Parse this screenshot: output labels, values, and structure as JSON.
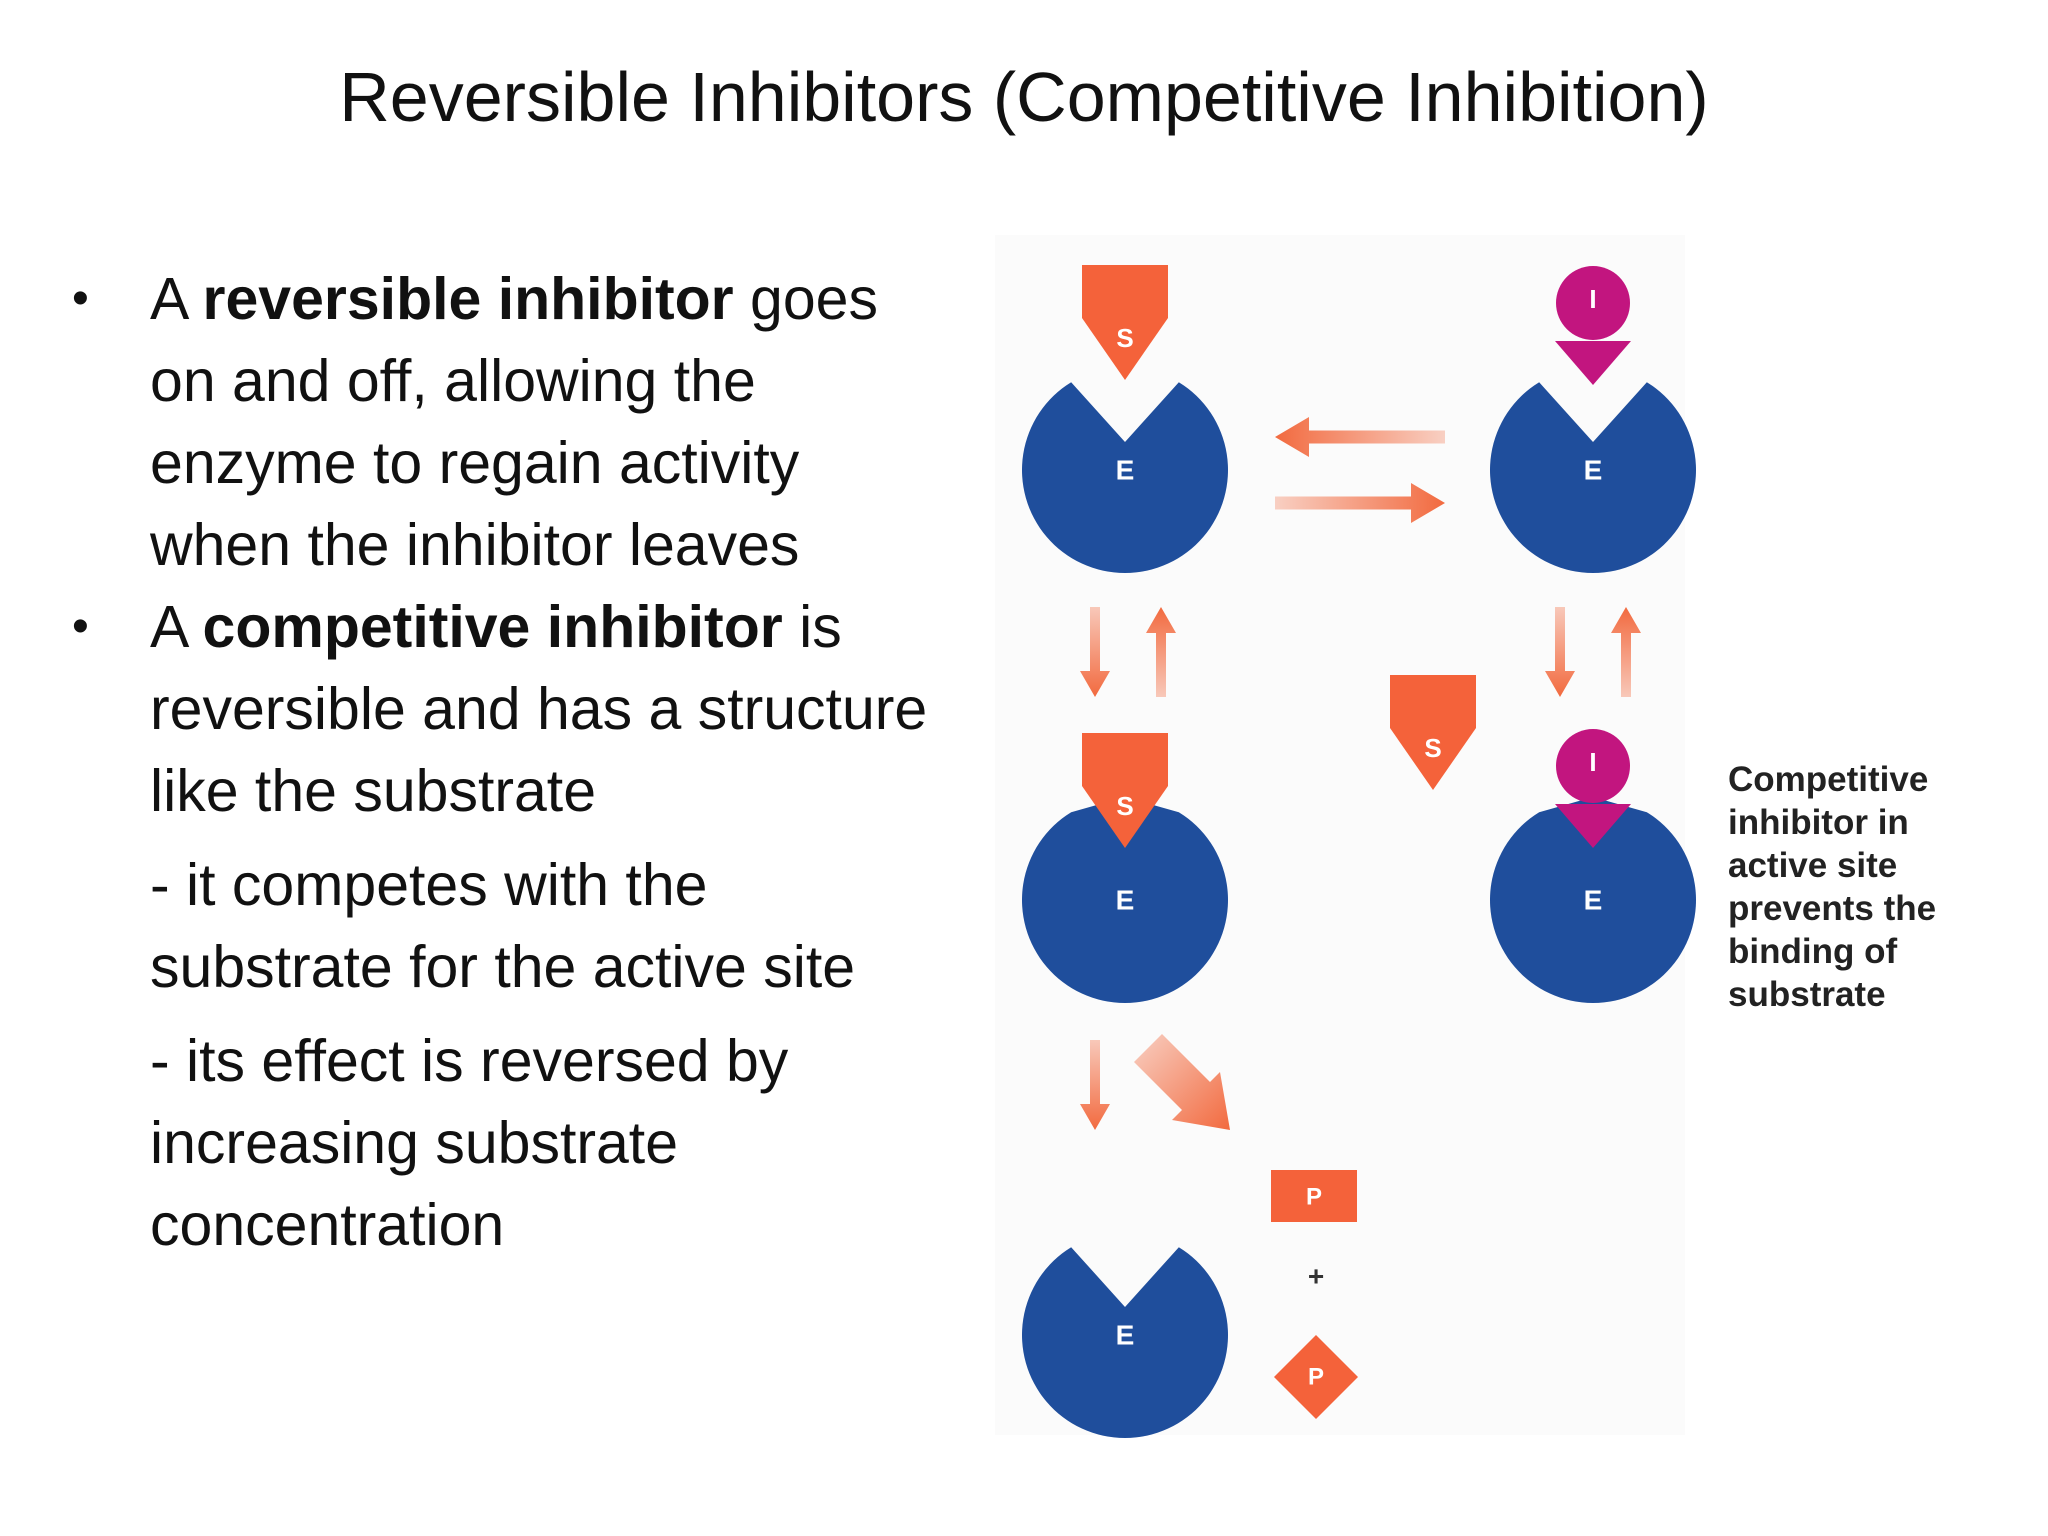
{
  "title": "Reversible Inhibitors (Competitive Inhibition)",
  "bullets": [
    {
      "prefix": "A ",
      "bold": "reversible inhibitor",
      "rest": " goes on and off, allowing the enzyme to regain activity when the inhibitor leaves"
    },
    {
      "prefix": "A ",
      "bold": "competitive inhibitor",
      "rest": " is reversible and has a structure like the substrate"
    }
  ],
  "subpoints": [
    "- it competes with the substrate for the active site",
    "- its effect is reversed by increasing substrate concentration"
  ],
  "diagram": {
    "labels": {
      "enzyme": "E",
      "substrate": "S",
      "inhibitor": "I",
      "product": "P",
      "plus": "+"
    },
    "colors": {
      "enzyme": "#1f4e9c",
      "substrate": "#f4623a",
      "inhibitor": "#c2157f",
      "arrow": "#f26a3f"
    },
    "caption_lines": [
      "Competitive",
      "inhibitor in",
      "active site",
      "prevents the",
      "binding of",
      "substrate"
    ]
  }
}
